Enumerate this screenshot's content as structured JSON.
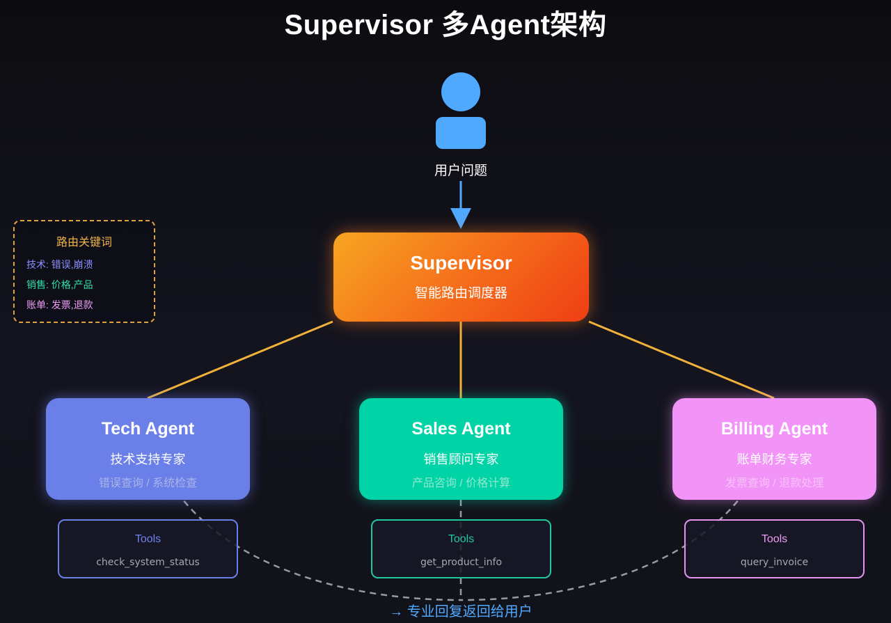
{
  "title": "Supervisor 多Agent架构",
  "user": {
    "label": "用户问题"
  },
  "legend": {
    "title": "路由关键词",
    "rows": {
      "tech": "技术: 错误,崩溃",
      "sales": "销售: 价格,产品",
      "billing": "账单: 发票,退款"
    }
  },
  "supervisor": {
    "name": "Supervisor",
    "subtitle": "智能路由调度器"
  },
  "agents": {
    "tech": {
      "name": "Tech Agent",
      "role": "技术支持专家",
      "desc": "错误查询 / 系统检查",
      "tools_title": "Tools",
      "tool": "check_system_status"
    },
    "sales": {
      "name": "Sales Agent",
      "role": "销售顾问专家",
      "desc": "产品咨询 / 价格计算",
      "tools_title": "Tools",
      "tool": "get_product_info"
    },
    "billing": {
      "name": "Billing Agent",
      "role": "账单财务专家",
      "desc": "发票查询 / 退款处理",
      "tools_title": "Tools",
      "tool": "query_invoice"
    }
  },
  "return_label": "→ 专业回复返回给用户",
  "colors": {
    "user_blue": "#4fa9ff",
    "supervisor_gradient": [
      "#f7a622",
      "#ee3e14"
    ],
    "connector": "#f0b23a",
    "tech": "#6a7fe8",
    "sales": "#00d4a6",
    "billing": "#f193f7",
    "return_path": "#9a9aa6"
  }
}
